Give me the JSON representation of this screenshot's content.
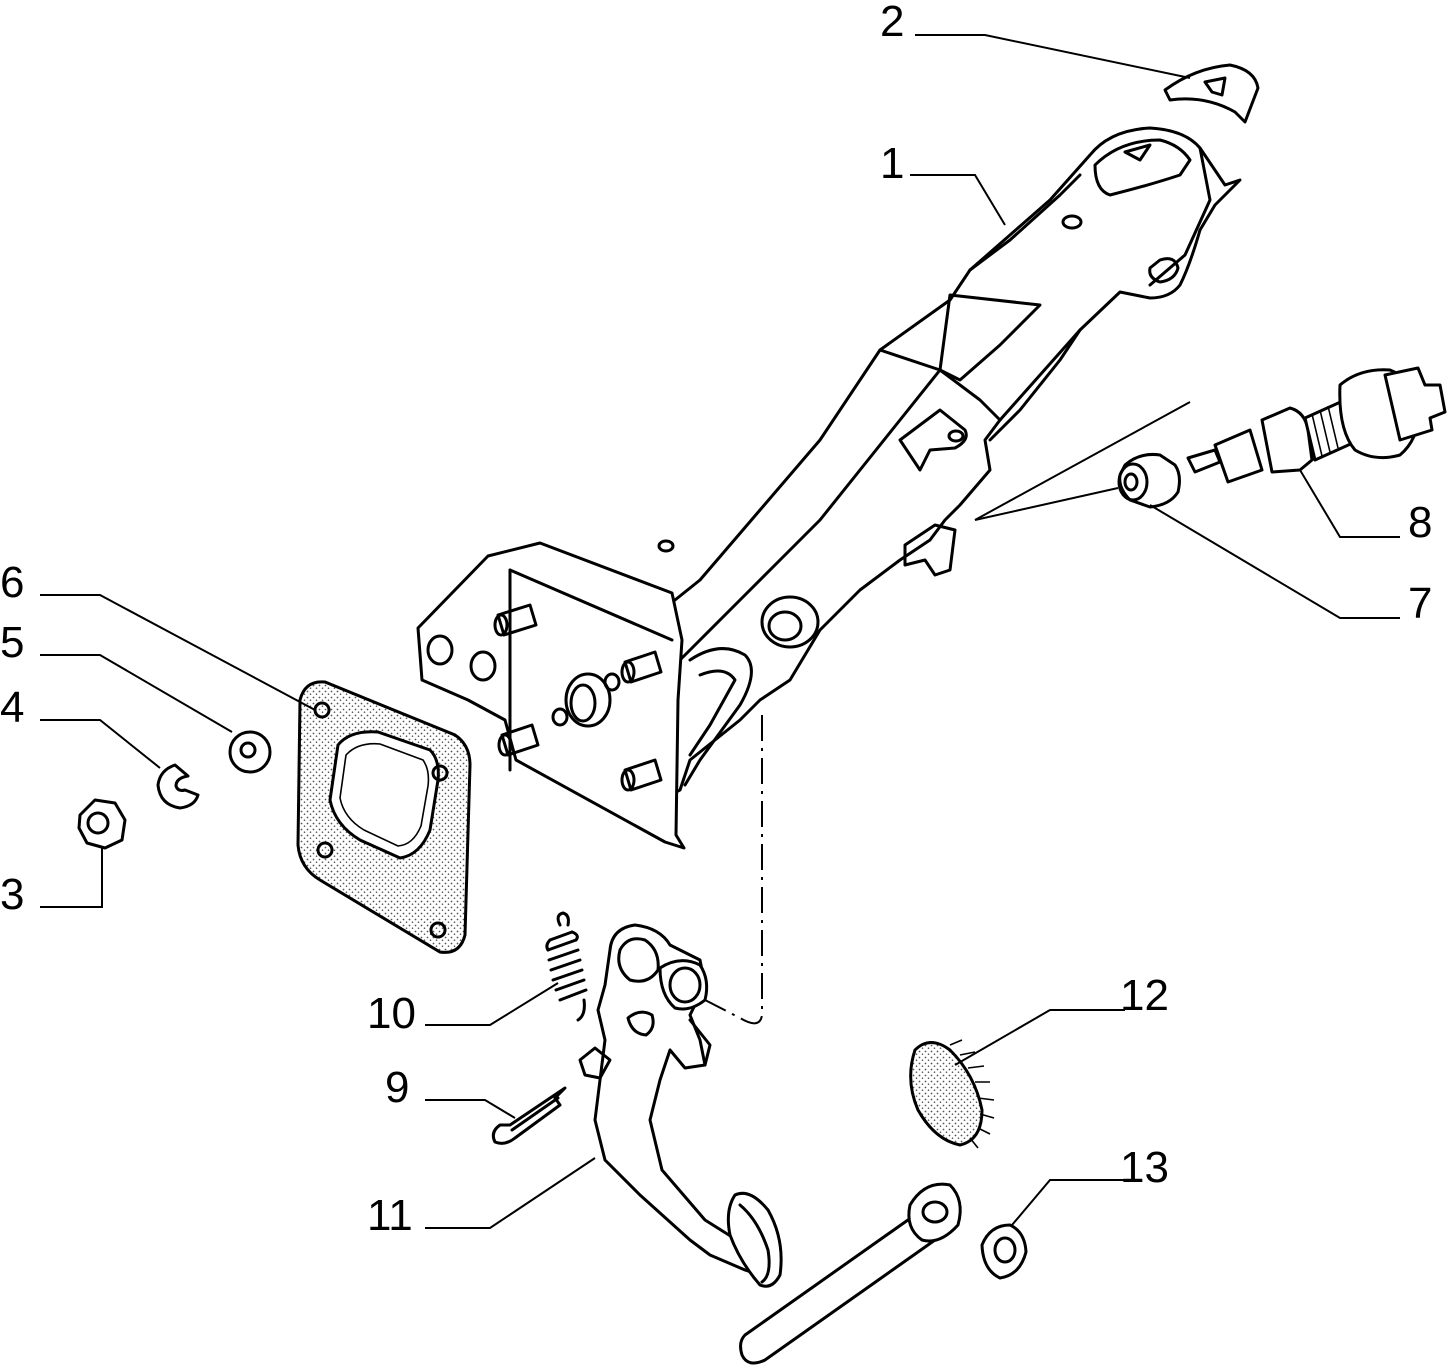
{
  "callouts": [
    {
      "id": "1",
      "label": "1"
    },
    {
      "id": "2",
      "label": "2"
    },
    {
      "id": "3",
      "label": "3"
    },
    {
      "id": "4",
      "label": "4"
    },
    {
      "id": "5",
      "label": "5"
    },
    {
      "id": "6",
      "label": "6"
    },
    {
      "id": "7",
      "label": "7"
    },
    {
      "id": "8",
      "label": "8"
    },
    {
      "id": "9",
      "label": "9"
    },
    {
      "id": "10",
      "label": "10"
    },
    {
      "id": "11",
      "label": "11"
    },
    {
      "id": "12",
      "label": "12"
    },
    {
      "id": "13",
      "label": "13"
    }
  ],
  "colors": {
    "line": "#000000",
    "background": "#ffffff",
    "stipple": "#555555"
  }
}
